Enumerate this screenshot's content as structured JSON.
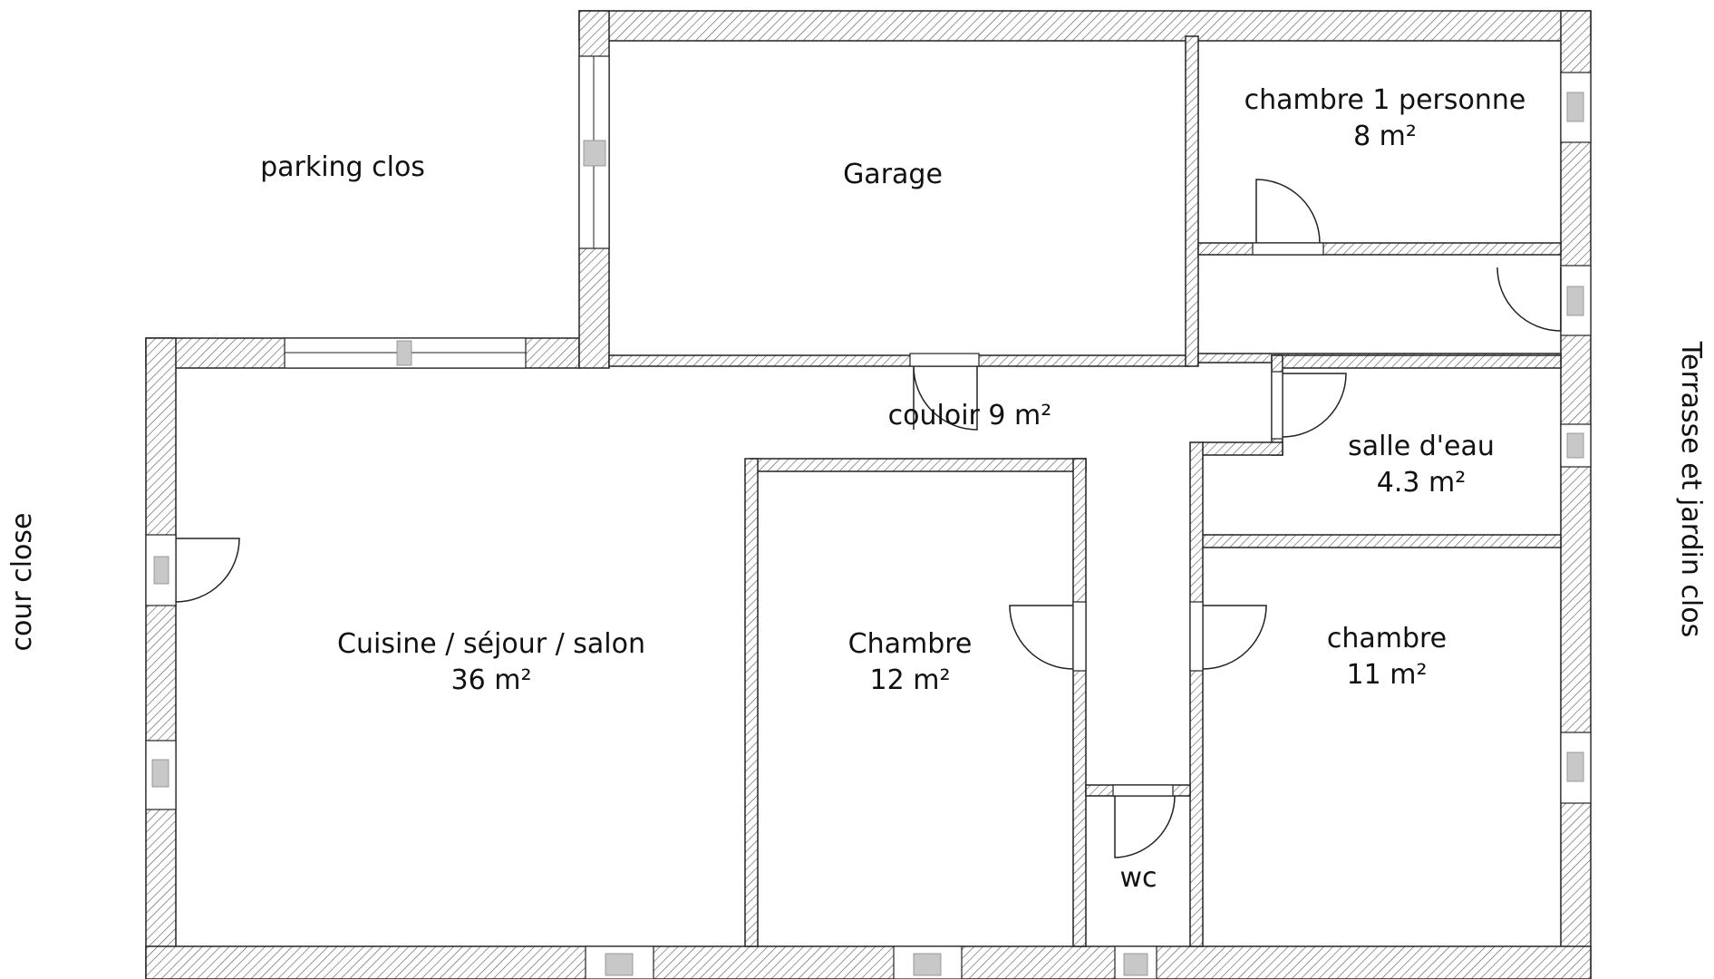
{
  "rooms": {
    "garage": {
      "name": "Garage"
    },
    "chambre_1": {
      "name": "chambre 1 personne",
      "area": "8 m²"
    },
    "couloir": {
      "name": "couloir 9 m²"
    },
    "salle_eau": {
      "name": "salle d'eau",
      "area": "4.3 m²"
    },
    "cuisine": {
      "name": "Cuisine / séjour / salon",
      "area": "36 m²"
    },
    "chambre_12": {
      "name": "Chambre",
      "area": "12 m²"
    },
    "chambre_11": {
      "name": "chambre",
      "area": "11 m²"
    },
    "wc": {
      "name": "wc"
    }
  },
  "exterior": {
    "parking": "parking clos",
    "cour": "cour close",
    "terrasse": "Terrasse et jardin clos"
  },
  "colors": {
    "wall_line": "#222222",
    "hatch": "#555555",
    "glass": "#c8c8c8"
  }
}
